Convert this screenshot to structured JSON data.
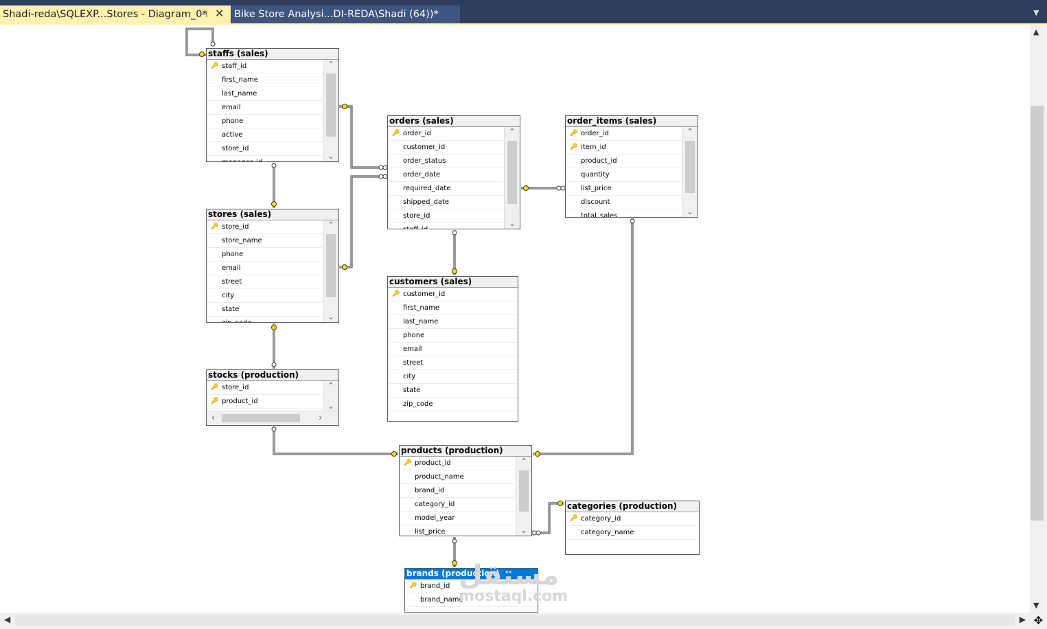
{
  "tabs": {
    "active_label": "Shadi-reda\\SQLEXP...Stores - Diagram_0*",
    "inactive_label": "Bike Store Analysi...DI-REDA\\Shadi (64))*"
  },
  "icons": {
    "key": "key-icon",
    "pin": "pin-icon",
    "close": "close-icon"
  },
  "colors": {
    "tab_bar": "#2d3e5e",
    "active_tab": "#fff1b0",
    "selected_header": "#0078d7",
    "key": "#b89600"
  },
  "tables": [
    {
      "id": "staffs",
      "title": "staffs (sales)",
      "columns": [
        {
          "name": "staff_id",
          "key": true
        },
        {
          "name": "first_name"
        },
        {
          "name": "last_name"
        },
        {
          "name": "email"
        },
        {
          "name": "phone"
        },
        {
          "name": "active"
        },
        {
          "name": "store_id"
        },
        {
          "name": "manager_id"
        }
      ]
    },
    {
      "id": "orders",
      "title": "orders (sales)",
      "columns": [
        {
          "name": "order_id",
          "key": true
        },
        {
          "name": "customer_id"
        },
        {
          "name": "order_status"
        },
        {
          "name": "order_date"
        },
        {
          "name": "required_date"
        },
        {
          "name": "shipped_date"
        },
        {
          "name": "store_id"
        },
        {
          "name": "staff_id"
        }
      ]
    },
    {
      "id": "order_items",
      "title": "order_items (sales)",
      "columns": [
        {
          "name": "order_id",
          "key": true
        },
        {
          "name": "item_id",
          "key": true
        },
        {
          "name": "product_id"
        },
        {
          "name": "quantity"
        },
        {
          "name": "list_price"
        },
        {
          "name": "discount"
        },
        {
          "name": "total_sales"
        }
      ]
    },
    {
      "id": "stores",
      "title": "stores (sales)",
      "columns": [
        {
          "name": "store_id",
          "key": true
        },
        {
          "name": "store_name"
        },
        {
          "name": "phone"
        },
        {
          "name": "email"
        },
        {
          "name": "street"
        },
        {
          "name": "city"
        },
        {
          "name": "state"
        },
        {
          "name": "zip_code"
        }
      ]
    },
    {
      "id": "customers",
      "title": "customers (sales)",
      "columns": [
        {
          "name": "customer_id",
          "key": true
        },
        {
          "name": "first_name"
        },
        {
          "name": "last_name"
        },
        {
          "name": "phone"
        },
        {
          "name": "email"
        },
        {
          "name": "street"
        },
        {
          "name": "city"
        },
        {
          "name": "state"
        },
        {
          "name": "zip_code"
        }
      ]
    },
    {
      "id": "stocks",
      "title": "stocks (production)",
      "columns": [
        {
          "name": "store_id",
          "key": true
        },
        {
          "name": "product_id",
          "key": true
        }
      ]
    },
    {
      "id": "products",
      "title": "products (production)",
      "columns": [
        {
          "name": "product_id",
          "key": true
        },
        {
          "name": "product_name"
        },
        {
          "name": "brand_id"
        },
        {
          "name": "category_id"
        },
        {
          "name": "model_year"
        },
        {
          "name": "list_price"
        }
      ]
    },
    {
      "id": "categories",
      "title": "categories (production)",
      "columns": [
        {
          "name": "category_id",
          "key": true
        },
        {
          "name": "category_name"
        }
      ]
    },
    {
      "id": "brands",
      "title": "brands (production)",
      "selected": true,
      "columns": [
        {
          "name": "brand_id",
          "key": true
        },
        {
          "name": "brand_name"
        }
      ]
    }
  ],
  "watermark": {
    "arabic": "مستقل",
    "latin": "mostaql.com"
  }
}
